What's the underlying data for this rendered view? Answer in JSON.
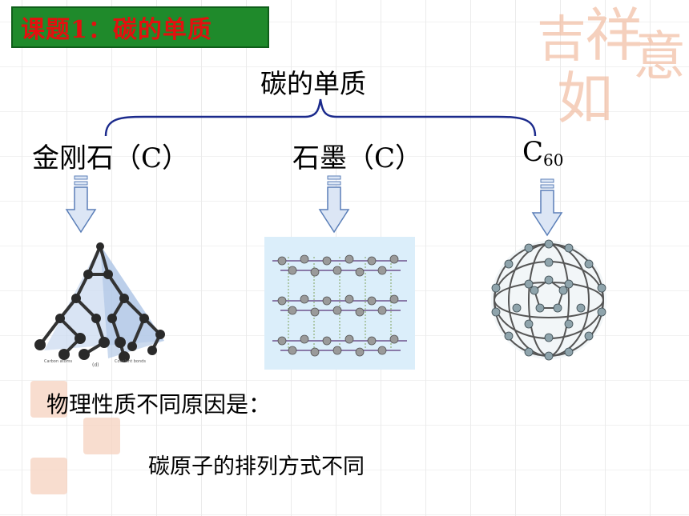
{
  "title": "课题1：碳的单质",
  "heading": "碳的单质",
  "allotropes": [
    {
      "name": "金刚石（C）"
    },
    {
      "name": "石墨（C）"
    },
    {
      "name": "C",
      "subscript": "60"
    }
  ],
  "diamond_labels": {
    "carbon": "Carbon atoms",
    "bonds": "Covalent bonds",
    "tag": "(d)"
  },
  "question": "物理性质不同原因是：",
  "answer": "碳原子的排列方式不同",
  "seal_text": [
    "吉",
    "祥",
    "如",
    "意"
  ],
  "colors": {
    "title_bg": "#1f8a2b",
    "title_text": "#e3100f",
    "seal": "#f0b89a",
    "arrow": "#5b7fb8"
  }
}
